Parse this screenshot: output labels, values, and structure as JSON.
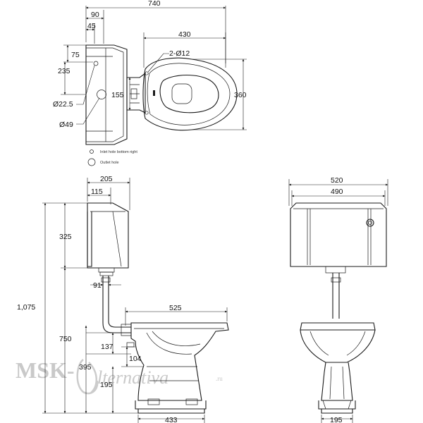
{
  "colors": {
    "line": "#1a1a1a",
    "watermark": "#c9c9c9",
    "background": "#ffffff"
  },
  "plan_view": {
    "overall_width": "740",
    "dim_90": "90",
    "dim_45": "45",
    "bowl_length": "430",
    "fixing_holes": "2-Ø12",
    "dim_75": "75",
    "dim_235": "235",
    "dim_155": "155",
    "bowl_width": "360",
    "inlet_diameter": "Ø22.5",
    "outlet_diameter": "Ø49",
    "legend_inlet": "Inlet hole bottom right",
    "legend_outlet": "Outlet hole"
  },
  "side_view": {
    "cistern_depth": "205",
    "dim_115": "115",
    "cistern_height": "325",
    "pipe_offset": "91",
    "total_height": "1,075",
    "cistern_base_height": "750",
    "bowl_length": "525",
    "dim_137": "137",
    "dim_104": "104",
    "dim_395": "395",
    "dim_195": "195",
    "base_length": "433"
  },
  "front_view": {
    "cistern_width": "520",
    "cistern_inner_width": "490",
    "pedestal_width": "195"
  },
  "watermark": {
    "left": "MSK-",
    "right": "lternativa",
    "suffix": ".ru"
  }
}
